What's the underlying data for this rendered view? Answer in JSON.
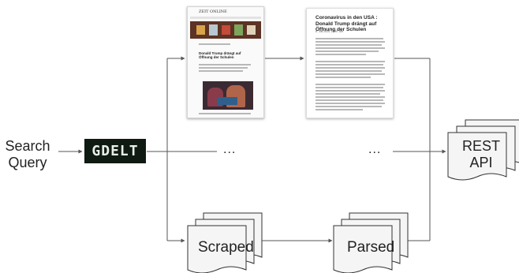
{
  "diagram": {
    "input_label": "Search\nQuery",
    "source_logo": {
      "text": "GDELT",
      "background": "#0f1a12",
      "text_color": "#e8efe8"
    },
    "ellipsis_left": "...",
    "ellipsis_right": "...",
    "scraped_label": "Scraped",
    "parsed_label": "Parsed",
    "output_label": "REST\nAPI",
    "page_preview_1": {
      "brand": "ZEIT ONLINE",
      "headline": "Donald Trump drängt auf Öffnung der Schulen"
    },
    "page_preview_2": {
      "headline": "Coronavirus in den USA : Donald Trump drängt auf Öffnung der Schulen",
      "date": "6. Juli 2020, 18:57 Uhr"
    },
    "colors": {
      "lines": "#555555",
      "stack_fill": "#f5f5f5",
      "stack_stroke": "#333333",
      "link_text": "#4a7fd1"
    }
  }
}
